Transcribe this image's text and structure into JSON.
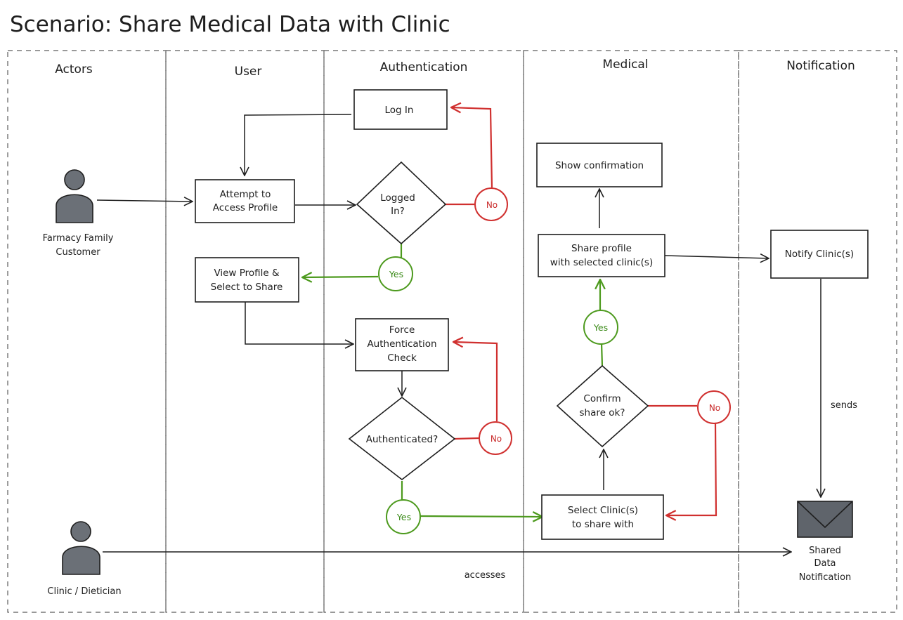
{
  "title": "Scenario: Share Medical Data with Clinic",
  "lanes": [
    {
      "label": "Actors"
    },
    {
      "label": "User"
    },
    {
      "label": "Authentication"
    },
    {
      "label": "Medical"
    },
    {
      "label": "Notification"
    }
  ],
  "actors": {
    "customer_line1": "Farmacy Family",
    "customer_line2": "Customer",
    "clinic": "Clinic / Dietician"
  },
  "nodes": {
    "attempt_line1": "Attempt to",
    "attempt_line2": "Access Profile",
    "login": "Log In",
    "logged_in_line1": "Logged",
    "logged_in_line2": "In?",
    "view_line1": "View Profile &",
    "view_line2": "Select to Share",
    "force_line1": "Force",
    "force_line2": "Authentication",
    "force_line3": "Check",
    "authenticated": "Authenticated?",
    "show_confirmation": "Show confirmation",
    "share_line1": "Share profile",
    "share_line2": "with selected clinic(s)",
    "confirm_line1": "Confirm",
    "confirm_line2": "share ok?",
    "select_line1": "Select Clinic(s)",
    "select_line2": "to share with",
    "notify": "Notify Clinic(s)",
    "shared_line1": "Shared",
    "shared_line2": "Data",
    "shared_line3": "Notification"
  },
  "decisions": {
    "yes": "Yes",
    "no": "No"
  },
  "edge_labels": {
    "sends": "sends",
    "accesses": "accesses"
  },
  "colors": {
    "stroke": "#1e1e1e",
    "yes_green": "#4d9a1e",
    "no_red": "#d0302f",
    "actor_fill": "#6b7077"
  }
}
